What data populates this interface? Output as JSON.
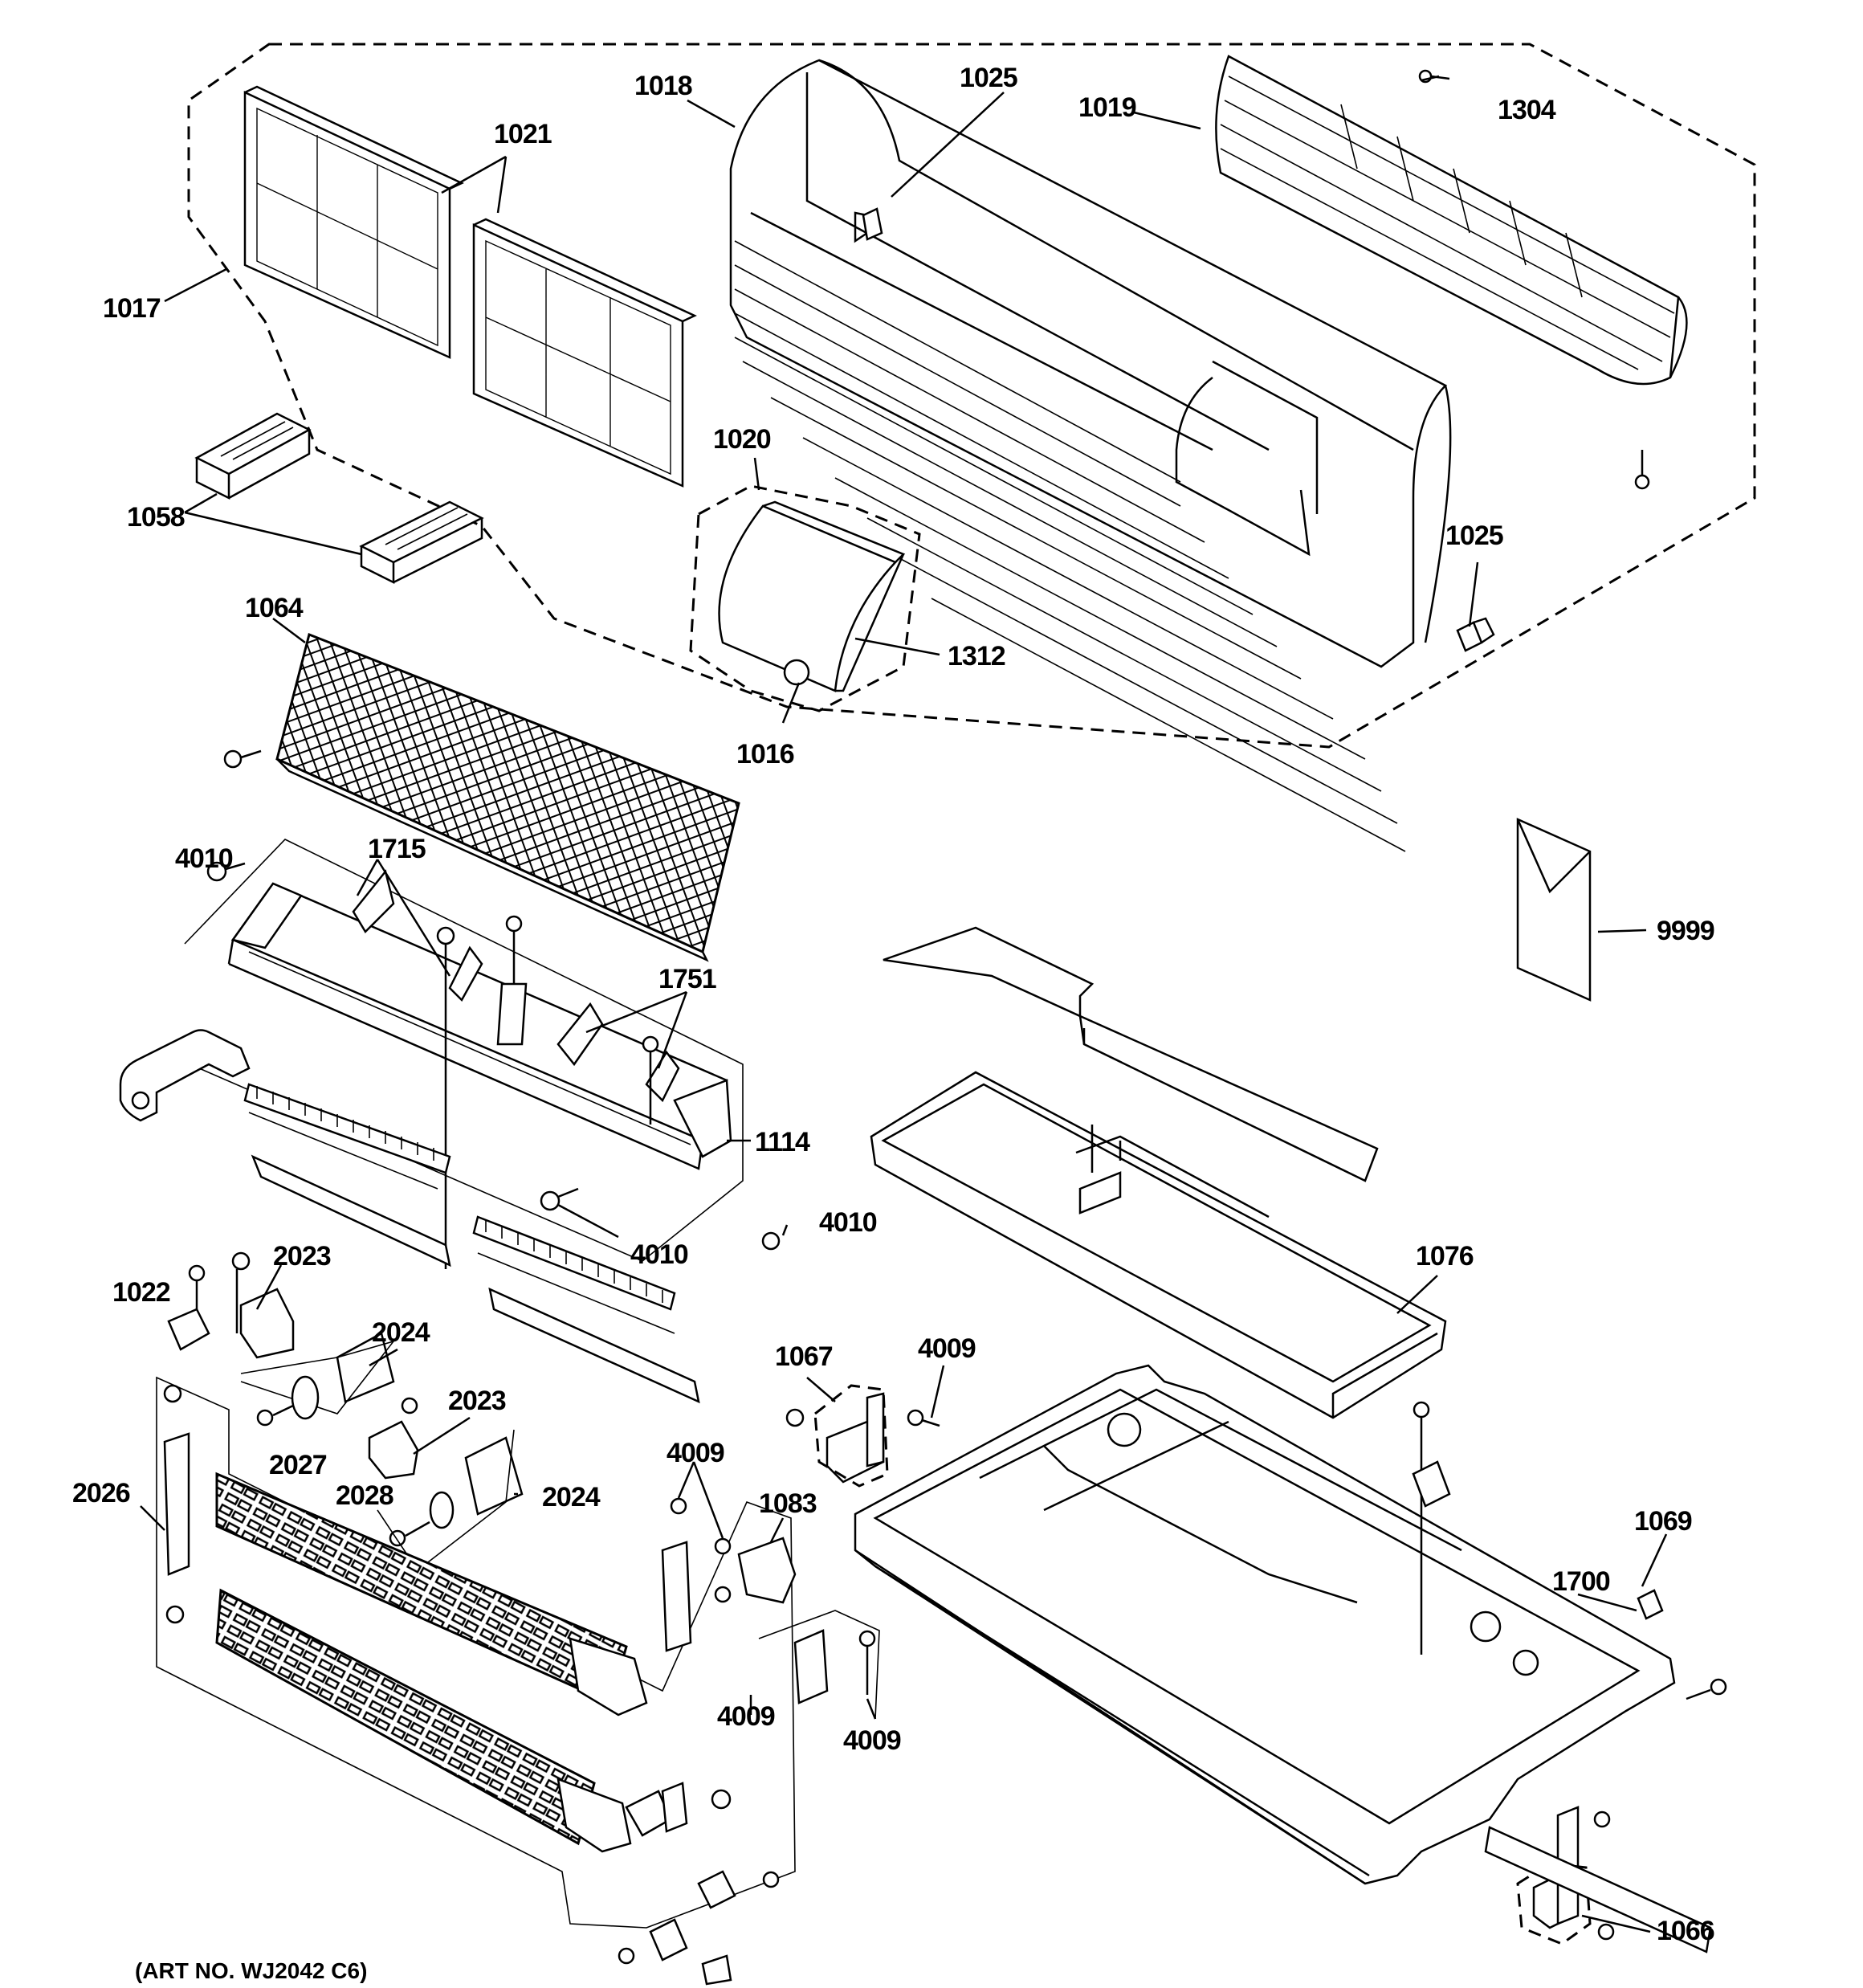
{
  "art_number": "(ART NO. WJ2042 C6)",
  "callouts": {
    "c1017": "1017",
    "c1018": "1018",
    "c1019": "1019",
    "c1021": "1021",
    "c1025a": "1025",
    "c1025b": "1025",
    "c1304": "1304",
    "c1020": "1020",
    "c1058": "1058",
    "c1064": "1064",
    "c1312": "1312",
    "c1016": "1016",
    "c4010a": "4010",
    "c1715": "1715",
    "c1751": "1751",
    "c9999": "9999",
    "c1114": "1114",
    "c4010b": "4010",
    "c4010c": "4010",
    "c1022": "1022",
    "c2023a": "2023",
    "c2024a": "2024",
    "c1076": "1076",
    "c1067": "1067",
    "c4009a": "4009",
    "c2023b": "2023",
    "c2027": "2027",
    "c2028": "2028",
    "c2024b": "2024",
    "c4009b": "4009",
    "c2026": "2026",
    "c1083": "1083",
    "c1069": "1069",
    "c1700": "1700",
    "c4009c": "4009",
    "c4009d": "4009",
    "c1066": "1066"
  }
}
